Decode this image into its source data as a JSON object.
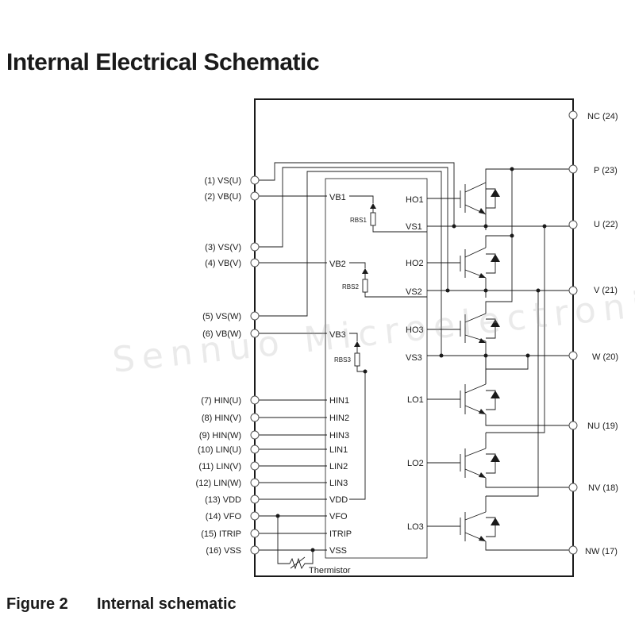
{
  "title": "Internal Electrical Schematic",
  "figure": {
    "number": "Figure 2",
    "caption": "Internal schematic"
  },
  "watermark": "Sennuo Microelectronics",
  "left_pins": [
    "(1) VS(U)",
    "(2) VB(U)",
    "(3) VS(V)",
    "(4) VB(V)",
    "(5) VS(W)",
    "(6) VB(W)",
    "(7) HIN(U)",
    "(8) HIN(V)",
    "(9) HIN(W)",
    "(10) LIN(U)",
    "(11) LIN(V)",
    "(12) LIN(W)",
    "(13) VDD",
    "(14) VFO",
    "(15) ITRIP",
    "(16) VSS"
  ],
  "right_pins": [
    "NC (24)",
    "P (23)",
    "U (22)",
    "V (21)",
    "W (20)",
    "NU (19)",
    "NV (18)",
    "NW (17)"
  ],
  "ic_left_labels": [
    "VB1",
    "VB2",
    "VB3",
    "HIN1",
    "HIN2",
    "HIN3",
    "LIN1",
    "LIN2",
    "LIN3",
    "VDD",
    "VFO",
    "ITRIP",
    "VSS"
  ],
  "ic_right_labels": [
    "HO1",
    "VS1",
    "HO2",
    "VS2",
    "HO3",
    "VS3",
    "LO1",
    "LO2",
    "LO3"
  ],
  "resistors": [
    "RBS1",
    "RBS2",
    "RBS3"
  ],
  "thermistor_label": "Thermistor",
  "colors": {
    "line": "#1a1a1a",
    "frame": "#111111",
    "pin_fill": "#ffffff"
  }
}
